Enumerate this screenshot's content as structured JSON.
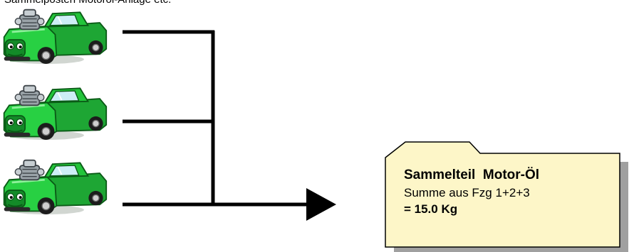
{
  "caption": "Sammelposten Motoröl-Anlage etc.",
  "note": {
    "title": "Sammelteil  Motor-Öl",
    "line": "Summe aus Fzg 1+2+3",
    "total": "= 15.0 Kg"
  },
  "colors": {
    "truck_body": "#22c43a",
    "truck_dark": "#0f7d22",
    "note_fill": "#fdf6c8",
    "note_shadow": "#a0a0a0",
    "connector": "#000000"
  },
  "icons": [
    "green-truck-icon",
    "green-truck-icon",
    "green-truck-icon"
  ]
}
